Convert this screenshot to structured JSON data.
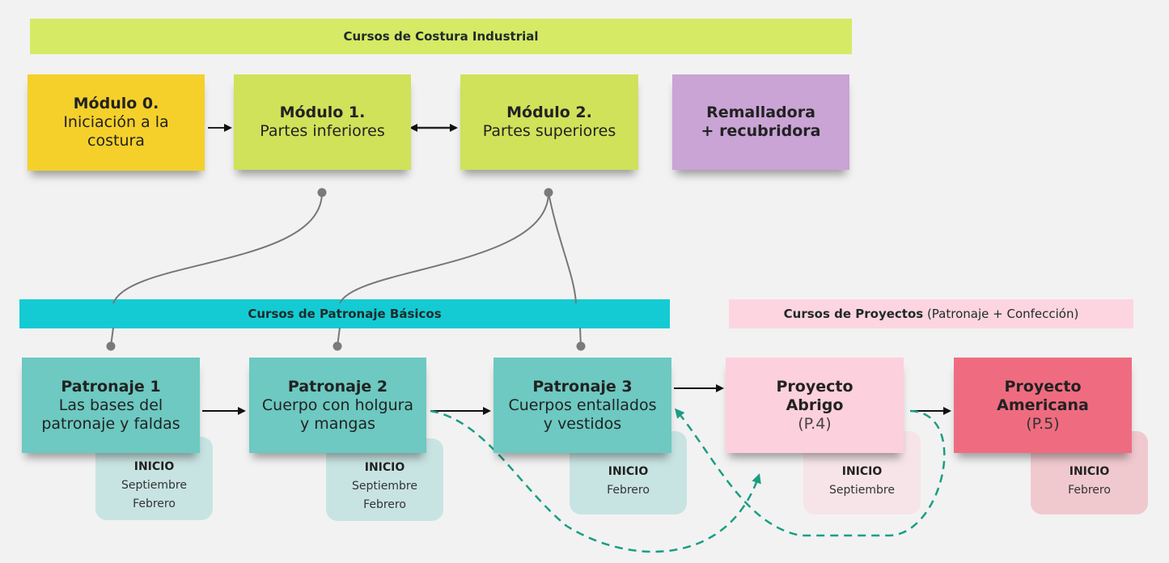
{
  "banners": {
    "costura": "Cursos de Costura Industrial",
    "patronaje": "Cursos de Patronaje Básicos",
    "proyectos_bold": "Cursos de Proyectos",
    "proyectos_rest": " (Patronaje + Confección)"
  },
  "modules": [
    {
      "title": "Módulo 0.",
      "sub": "Iniciación a la costura",
      "color": "#f5d02a"
    },
    {
      "title": "Módulo 1.",
      "sub": "Partes inferiores",
      "color": "#cfe25a"
    },
    {
      "title": "Módulo 2.",
      "sub": "Partes superiores",
      "color": "#cfe25a"
    },
    {
      "title": "Remalladora",
      "sub": "+ recubridora",
      "color": "#c9a4d5"
    }
  ],
  "courses": [
    {
      "title": "Patronaje 1",
      "sub1": "Las bases del",
      "sub2": "patronaje y faldas",
      "start_label": "INICIO",
      "start1": "Septiembre",
      "start2": "Febrero"
    },
    {
      "title": "Patronaje 2",
      "sub1": "Cuerpo con holgura",
      "sub2": "y mangas",
      "start_label": "INICIO",
      "start1": "Septiembre",
      "start2": "Febrero"
    },
    {
      "title": "Patronaje 3",
      "sub1": "Cuerpos entallados",
      "sub2": "y vestidos",
      "start_label": "INICIO",
      "start1": "Febrero"
    },
    {
      "title": "Proyecto",
      "title2": "Abrigo",
      "sub1": "(P.4)",
      "start_label": "INICIO",
      "start1": "Septiembre"
    },
    {
      "title": "Proyecto",
      "title2": "Americana",
      "sub1": "(P.5)",
      "start_label": "INICIO",
      "start1": "Febrero"
    }
  ],
  "colors": {
    "costura_banner": "#d6ea66",
    "patronaje_banner": "#14cbd3",
    "proyectos_banner": "#fdd5e0",
    "teal_note": "#6dc9c1",
    "teal_start": "#c8e4e2",
    "pink_note": "#fdd0dd",
    "pink_start": "#f6e4e9",
    "red_note": "#ef6c80",
    "red_start": "#f0c9cf",
    "dashed": "#1a9e83",
    "connector": "#777777"
  }
}
